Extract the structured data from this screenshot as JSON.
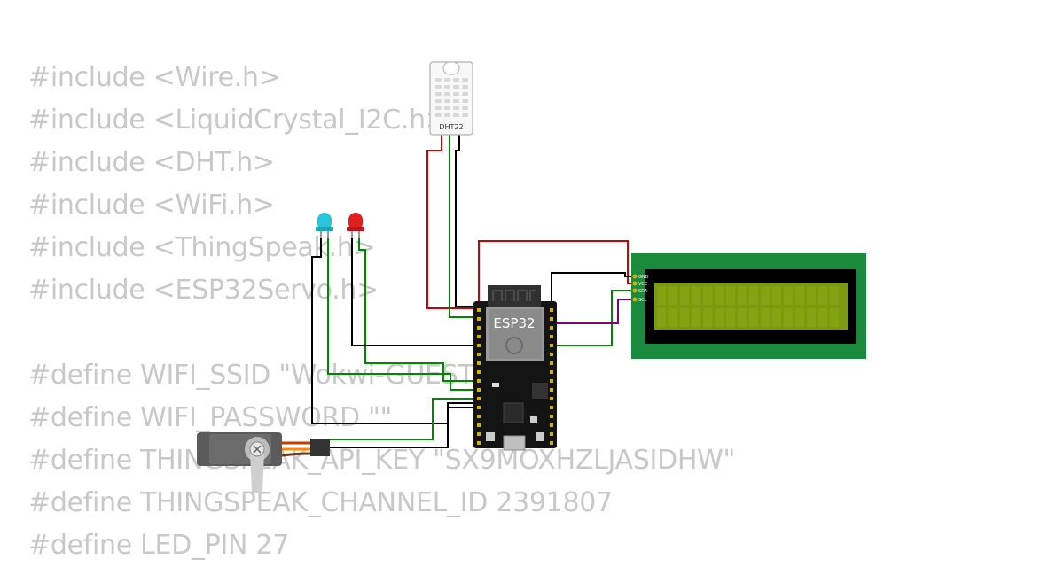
{
  "code_lines": [
    "#include <Wire.h>",
    "#include <LiquidCrystal_I2C.h>",
    "#include <DHT.h>",
    "#include <WiFi.h>",
    "#include <ThingSpeak.h>",
    "#include <ESP32Servo.h>",
    "",
    "#define WIFI_SSID \"Wokwi-GUEST\"",
    "#define WIFI_PASSWORD \"\"",
    "#define THINGSPEAK_API_KEY \"SX9MOXHZLJASIDHW\"",
    "#define THINGSPEAK_CHANNEL_ID 2391807",
    "#define LED_PIN 27"
  ],
  "components": {
    "dht_label": "DHT22",
    "esp32_label": "ESP32",
    "lcd_pins": [
      "GND",
      "VCC",
      "SDA",
      "SCL"
    ]
  },
  "colors": {
    "code_text": "#c8c8c8",
    "wire_red": "#d00000",
    "wire_black": "#000000",
    "wire_green": "#008800",
    "wire_purple": "#800080",
    "lcd_board": "#1a8a3c",
    "lcd_screen": "#7a9a10",
    "led_cyan": "#27c6d8",
    "led_red": "#e02020"
  }
}
